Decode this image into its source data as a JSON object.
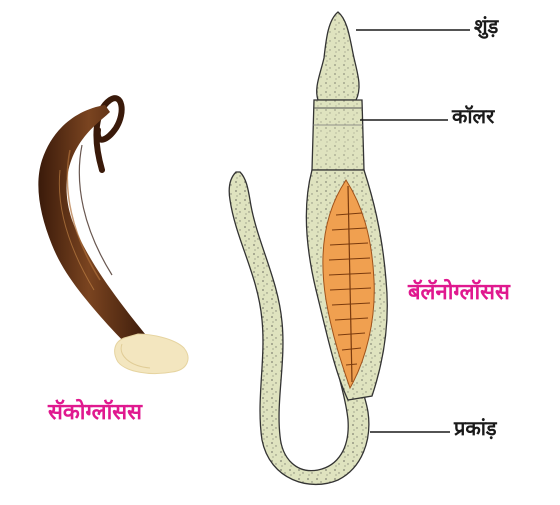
{
  "labels": {
    "proboscis": "शुंड़",
    "collar": "कॉलर",
    "trunk": "प्रकांड़",
    "balanoglossus": "बॅलॅनोग्लॉसस",
    "saccoglossus": "सॅकोग्लॉसस"
  },
  "colors": {
    "label_text": "#1a1a1a",
    "species_label": "#e0198f",
    "body_fill": "#dfe3bf",
    "gill_region": "#f0a050",
    "specimen": "#5a3018",
    "specimen_proboscis": "#f3e6bf"
  }
}
